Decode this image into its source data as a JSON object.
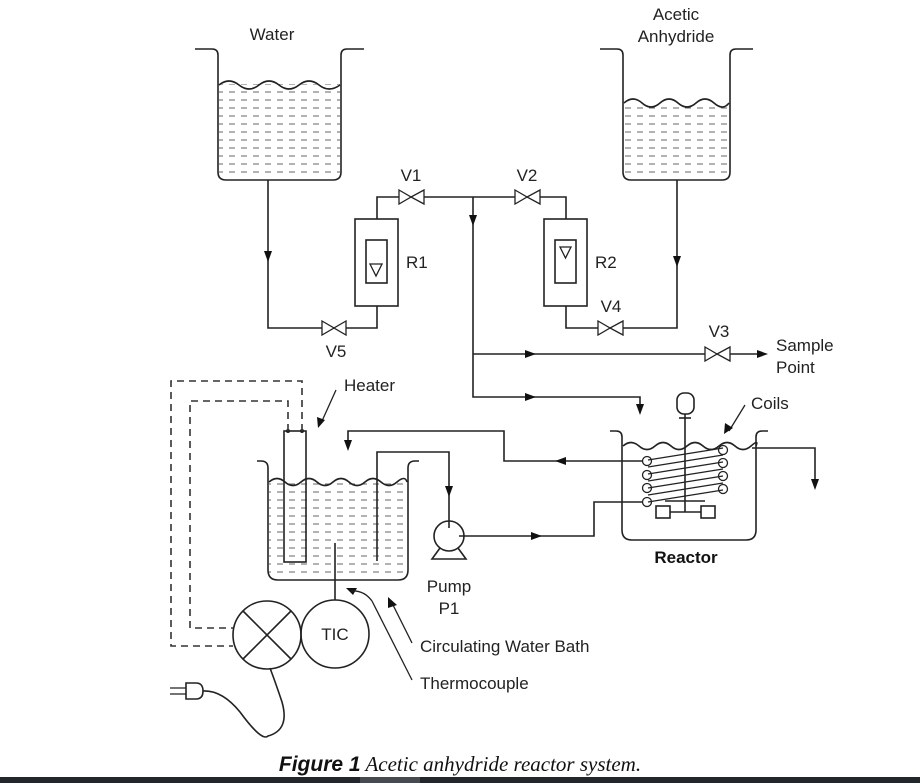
{
  "diagram": {
    "title": "Acetic anhydride reactor system",
    "tanks": {
      "water": "Water",
      "acetic_line1": "Acetic",
      "acetic_line2": "Anhydride"
    },
    "valves": {
      "v1": "V1",
      "v2": "V2",
      "v3": "V3",
      "v4": "V4",
      "v5": "V5"
    },
    "rotameters": {
      "r1": "R1",
      "r2": "R2"
    },
    "sample_point": {
      "line1": "Sample",
      "line2": "Point"
    },
    "labels": {
      "heater": "Heater",
      "coils": "Coils",
      "reactor": "Reactor",
      "pump_line1": "Pump",
      "pump_line2": "P1",
      "tic": "TIC",
      "circulating_water_bath": "Circulating Water Bath",
      "thermocouple": "Thermocouple"
    }
  },
  "caption": {
    "figure_label": "Figure 1",
    "text": " Acetic anhydride reactor system."
  }
}
